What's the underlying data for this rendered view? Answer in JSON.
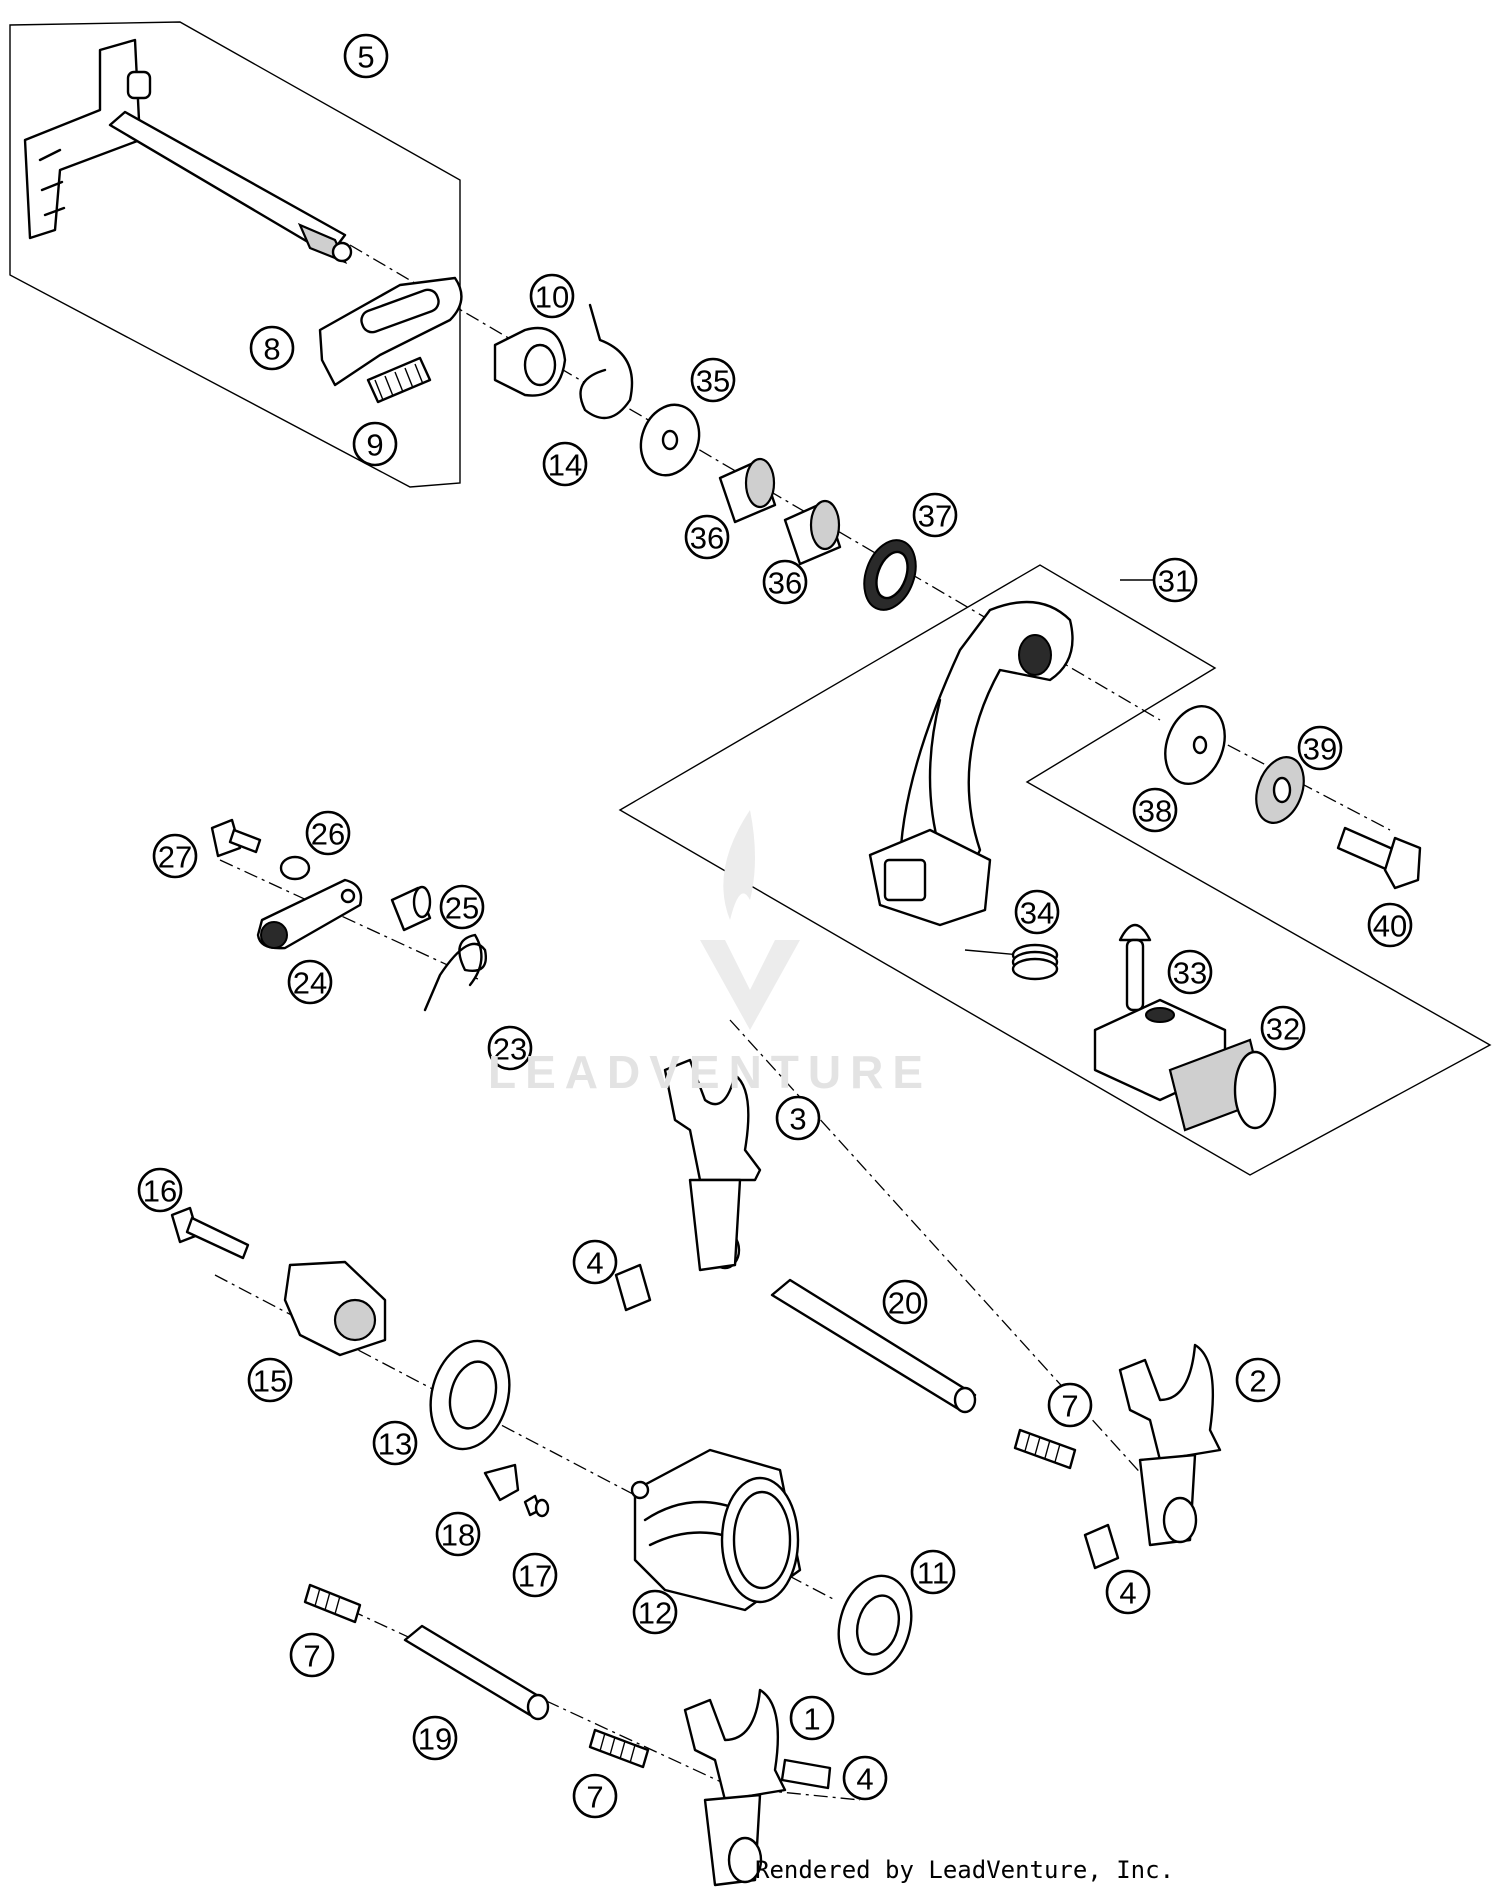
{
  "diagram": {
    "callouts": [
      "1",
      "2",
      "3",
      "4",
      "4",
      "4",
      "5",
      "7",
      "7",
      "7",
      "8",
      "9",
      "10",
      "11",
      "12",
      "13",
      "14",
      "15",
      "16",
      "17",
      "18",
      "19",
      "20",
      "23",
      "24",
      "25",
      "26",
      "27",
      "31",
      "32",
      "33",
      "34",
      "35",
      "36",
      "36",
      "37",
      "38",
      "39",
      "40"
    ]
  },
  "watermark": {
    "text": "LEADVENTURE"
  },
  "credit": "Rendered by LeadVenture, Inc."
}
